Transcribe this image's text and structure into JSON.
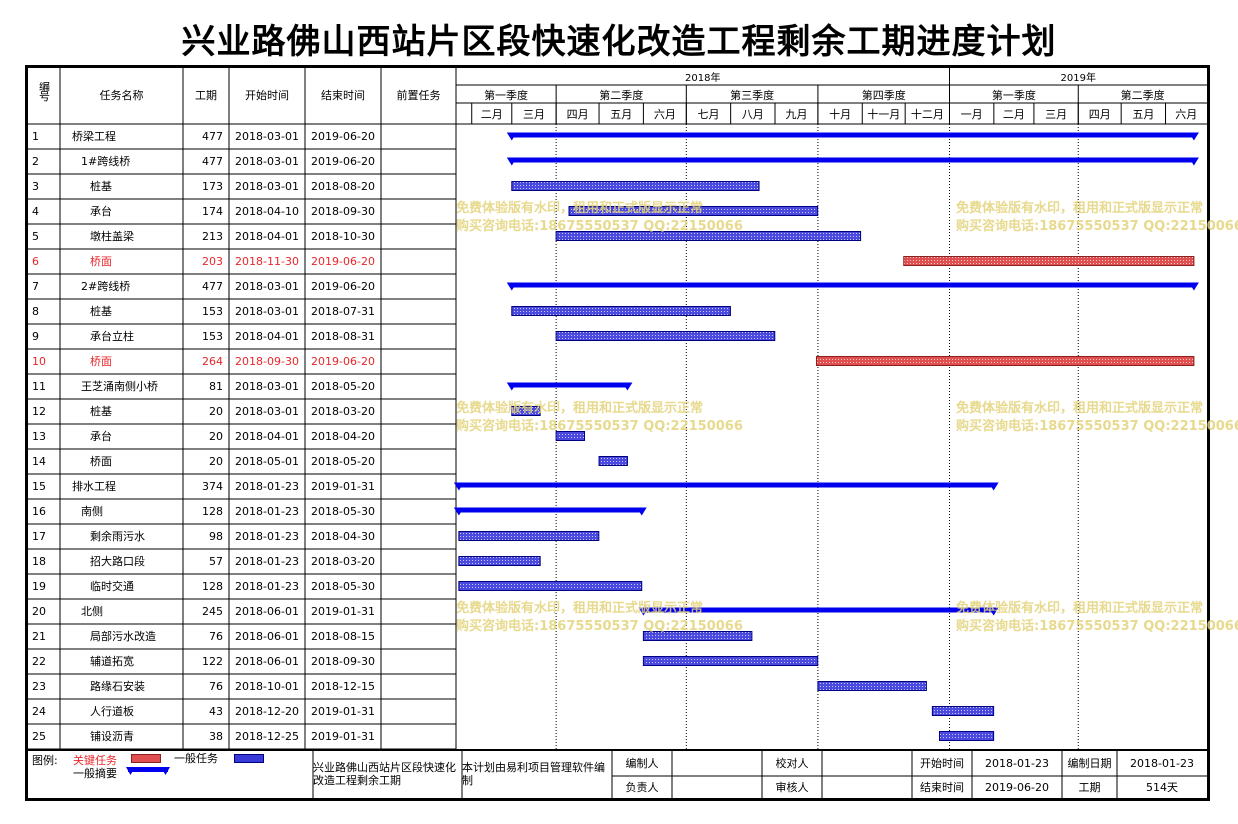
{
  "title": "兴业路佛山西站片区段快速化改造工程剩余工期进度计划",
  "columns": {
    "no": "编号",
    "name": "任务名称",
    "duration": "工期",
    "start": "开始时间",
    "end": "结束时间",
    "predecessor": "前置任务"
  },
  "timeline": {
    "years": [
      {
        "label": "2018年",
        "from": "2018-01-01",
        "to": "2019-01-01"
      },
      {
        "label": "2019年",
        "from": "2019-01-01",
        "to": "2019-07-01"
      }
    ],
    "quarters": [
      {
        "label": "第一季度",
        "from": "2018-01-01",
        "to": "2018-04-01"
      },
      {
        "label": "第二季度",
        "from": "2018-04-01",
        "to": "2018-07-01"
      },
      {
        "label": "第三季度",
        "from": "2018-07-01",
        "to": "2018-10-01"
      },
      {
        "label": "第四季度",
        "from": "2018-10-01",
        "to": "2019-01-01"
      },
      {
        "label": "第一季度",
        "from": "2019-01-01",
        "to": "2019-04-01"
      },
      {
        "label": "第二季度",
        "from": "2019-04-01",
        "to": "2019-07-01"
      }
    ],
    "months": [
      {
        "label": "二月",
        "from": "2018-02-01",
        "to": "2018-03-01"
      },
      {
        "label": "三月",
        "from": "2018-03-01",
        "to": "2018-04-01"
      },
      {
        "label": "四月",
        "from": "2018-04-01",
        "to": "2018-05-01"
      },
      {
        "label": "五月",
        "from": "2018-05-01",
        "to": "2018-06-01"
      },
      {
        "label": "六月",
        "from": "2018-06-01",
        "to": "2018-07-01"
      },
      {
        "label": "七月",
        "from": "2018-07-01",
        "to": "2018-08-01"
      },
      {
        "label": "八月",
        "from": "2018-08-01",
        "to": "2018-09-01"
      },
      {
        "label": "九月",
        "from": "2018-09-01",
        "to": "2018-10-01"
      },
      {
        "label": "十月",
        "from": "2018-10-01",
        "to": "2018-11-01"
      },
      {
        "label": "十一月",
        "from": "2018-11-01",
        "to": "2018-12-01"
      },
      {
        "label": "十二月",
        "from": "2018-12-01",
        "to": "2019-01-01"
      },
      {
        "label": "一月",
        "from": "2019-01-01",
        "to": "2019-02-01"
      },
      {
        "label": "二月",
        "from": "2019-02-01",
        "to": "2019-03-01"
      },
      {
        "label": "三月",
        "from": "2019-03-01",
        "to": "2019-04-01"
      },
      {
        "label": "四月",
        "from": "2019-04-01",
        "to": "2019-05-01"
      },
      {
        "label": "五月",
        "from": "2019-05-01",
        "to": "2019-06-01"
      },
      {
        "label": "六月",
        "from": "2019-06-01",
        "to": "2019-07-01"
      }
    ]
  },
  "tasks": [
    {
      "no": "1",
      "name": "桥梁工程",
      "level": 0,
      "duration": "477",
      "start": "2018-03-01",
      "end": "2019-06-20",
      "type": "summary"
    },
    {
      "no": "2",
      "name": "1#跨线桥",
      "level": 1,
      "duration": "477",
      "start": "2018-03-01",
      "end": "2019-06-20",
      "type": "summary"
    },
    {
      "no": "3",
      "name": "桩基",
      "level": 2,
      "duration": "173",
      "start": "2018-03-01",
      "end": "2018-08-20",
      "type": "normal"
    },
    {
      "no": "4",
      "name": "承台",
      "level": 2,
      "duration": "174",
      "start": "2018-04-10",
      "end": "2018-09-30",
      "type": "normal"
    },
    {
      "no": "5",
      "name": "墩柱盖梁",
      "level": 2,
      "duration": "213",
      "start": "2018-04-01",
      "end": "2018-10-30",
      "type": "normal"
    },
    {
      "no": "6",
      "name": "桥面",
      "level": 2,
      "duration": "203",
      "start": "2018-11-30",
      "end": "2019-06-20",
      "type": "critical"
    },
    {
      "no": "7",
      "name": "2#跨线桥",
      "level": 1,
      "duration": "477",
      "start": "2018-03-01",
      "end": "2019-06-20",
      "type": "summary"
    },
    {
      "no": "8",
      "name": "桩基",
      "level": 2,
      "duration": "153",
      "start": "2018-03-01",
      "end": "2018-07-31",
      "type": "normal"
    },
    {
      "no": "9",
      "name": "承台立柱",
      "level": 2,
      "duration": "153",
      "start": "2018-04-01",
      "end": "2018-08-31",
      "type": "normal"
    },
    {
      "no": "10",
      "name": "桥面",
      "level": 2,
      "duration": "264",
      "start": "2018-09-30",
      "end": "2019-06-20",
      "type": "critical"
    },
    {
      "no": "11",
      "name": "王芝涌南侧小桥",
      "level": 1,
      "duration": "81",
      "start": "2018-03-01",
      "end": "2018-05-20",
      "type": "summary"
    },
    {
      "no": "12",
      "name": "桩基",
      "level": 2,
      "duration": "20",
      "start": "2018-03-01",
      "end": "2018-03-20",
      "type": "normal"
    },
    {
      "no": "13",
      "name": "承台",
      "level": 2,
      "duration": "20",
      "start": "2018-04-01",
      "end": "2018-04-20",
      "type": "normal"
    },
    {
      "no": "14",
      "name": "桥面",
      "level": 2,
      "duration": "20",
      "start": "2018-05-01",
      "end": "2018-05-20",
      "type": "normal"
    },
    {
      "no": "15",
      "name": "排水工程",
      "level": 0,
      "duration": "374",
      "start": "2018-01-23",
      "end": "2019-01-31",
      "type": "summary"
    },
    {
      "no": "16",
      "name": "南侧",
      "level": 1,
      "duration": "128",
      "start": "2018-01-23",
      "end": "2018-05-30",
      "type": "summary"
    },
    {
      "no": "17",
      "name": "剩余雨污水",
      "level": 2,
      "duration": "98",
      "start": "2018-01-23",
      "end": "2018-04-30",
      "type": "normal"
    },
    {
      "no": "18",
      "name": "招大路口段",
      "level": 2,
      "duration": "57",
      "start": "2018-01-23",
      "end": "2018-03-20",
      "type": "normal"
    },
    {
      "no": "19",
      "name": "临时交通",
      "level": 2,
      "duration": "128",
      "start": "2018-01-23",
      "end": "2018-05-30",
      "type": "normal"
    },
    {
      "no": "20",
      "name": "北侧",
      "level": 1,
      "duration": "245",
      "start": "2018-06-01",
      "end": "2019-01-31",
      "type": "summary"
    },
    {
      "no": "21",
      "name": "局部污水改造",
      "level": 2,
      "duration": "76",
      "start": "2018-06-01",
      "end": "2018-08-15",
      "type": "normal"
    },
    {
      "no": "22",
      "name": "辅道拓宽",
      "level": 2,
      "duration": "122",
      "start": "2018-06-01",
      "end": "2018-09-30",
      "type": "normal"
    },
    {
      "no": "23",
      "name": "路缘石安装",
      "level": 2,
      "duration": "76",
      "start": "2018-10-01",
      "end": "2018-12-15",
      "type": "normal"
    },
    {
      "no": "24",
      "name": "人行道板",
      "level": 2,
      "duration": "43",
      "start": "2018-12-20",
      "end": "2019-01-31",
      "type": "normal"
    },
    {
      "no": "25",
      "name": "铺设沥青",
      "level": 2,
      "duration": "38",
      "start": "2018-12-25",
      "end": "2019-01-31",
      "type": "normal"
    }
  ],
  "watermark": {
    "line1": "免费体验版有水印，租用和正式版显示正常",
    "line2": "购买咨询电话:18675550537 QQ:22150066"
  },
  "footer": {
    "legend_label": "图例:",
    "critical_label": "关键任务",
    "normal_label": "一般任务",
    "summary_label": "一般摘要",
    "project_name": "兴业路佛山西站片区段快速化改造工程剩余工期",
    "note": "本计划由易利项目管理软件编制",
    "compiler_label": "编制人",
    "checker_label": "校对人",
    "owner_label": "负责人",
    "reviewer_label": "审核人",
    "start_label": "开始时间",
    "start_value": "2018-01-23",
    "end_label": "结束时间",
    "end_value": "2019-06-20",
    "date_label": "编制日期",
    "date_value": "2018-01-23",
    "duration_label": "工期",
    "duration_value": "514天"
  },
  "colors": {
    "summary": "#0000ee",
    "normal_fill": "#3a3ad8",
    "critical_fill": "#e05050"
  }
}
